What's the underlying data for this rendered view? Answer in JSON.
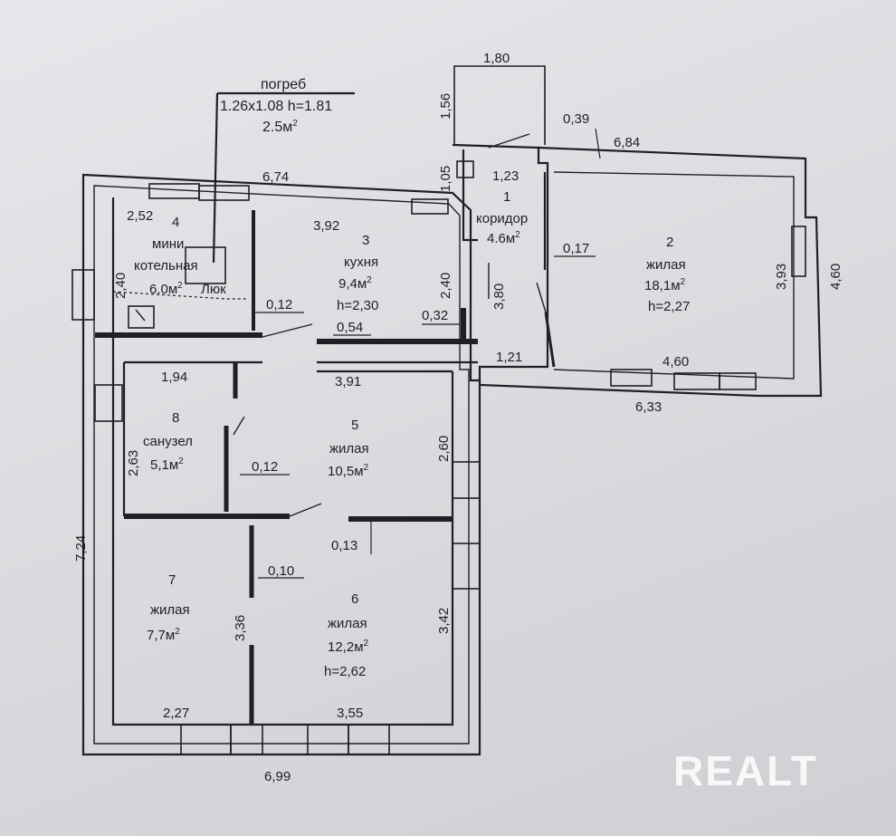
{
  "cellar": {
    "title": "погреб",
    "dims": "1.26x1.08 h=1.81",
    "area": "2.5м",
    "area_sup": "2"
  },
  "rooms": [
    {
      "id": "1",
      "name": "коридор",
      "area": "4.6м",
      "sup": "2"
    },
    {
      "id": "2",
      "name": "жилая",
      "area": "18,1м",
      "sup": "2",
      "height": "h=2,27"
    },
    {
      "id": "3",
      "name": "кухня",
      "area": "9,4м",
      "sup": "2",
      "height": "h=2,30"
    },
    {
      "id": "4",
      "name_line1": "мини",
      "name_line2": "котельная",
      "area": "6,0м",
      "sup": "2",
      "extra": "Люк"
    },
    {
      "id": "5",
      "name": "жилая",
      "area": "10,5м",
      "sup": "2"
    },
    {
      "id": "6",
      "name": "жилая",
      "area": "12,2м",
      "sup": "2",
      "height": "h=2,62"
    },
    {
      "id": "7",
      "name": "жилая",
      "area": "7,7м",
      "sup": "2"
    },
    {
      "id": "8",
      "name": "санузел",
      "area": "5,1м",
      "sup": "2"
    }
  ],
  "dimensions": {
    "d1_80": "1,80",
    "d1_56": "1,56",
    "d0_39": "0,39",
    "d6_84": "6,84",
    "d1_05": "1,05",
    "d1_23": "1,23",
    "d6_74": "6,74",
    "d2_52": "2,52",
    "d3_92": "3,92",
    "d0_17": "0,17",
    "d2_40a": "2,40",
    "d2_40b": "2,40",
    "d3_80": "3,80",
    "d3_93": "3,93",
    "d4_60a": "4,60",
    "d0_12a": "0,12",
    "d0_32": "0,32",
    "d0_54": "0,54",
    "d1_21": "1,21",
    "d4_60b": "4,60",
    "d1_94": "1,94",
    "d3_91": "3,91",
    "d6_33": "6,33",
    "d2_63": "2,63",
    "d2_60": "2,60",
    "d0_12b": "0,12",
    "d0_13": "0,13",
    "d7_24": "7,24",
    "d0_10": "0,10",
    "d3_36": "3,36",
    "d3_42": "3,42",
    "d2_27": "2,27",
    "d3_55": "3,55",
    "d6_99": "6,99"
  },
  "watermark": "REALT",
  "colors": {
    "line": "#1f2024",
    "paper": "#dcdde0"
  }
}
